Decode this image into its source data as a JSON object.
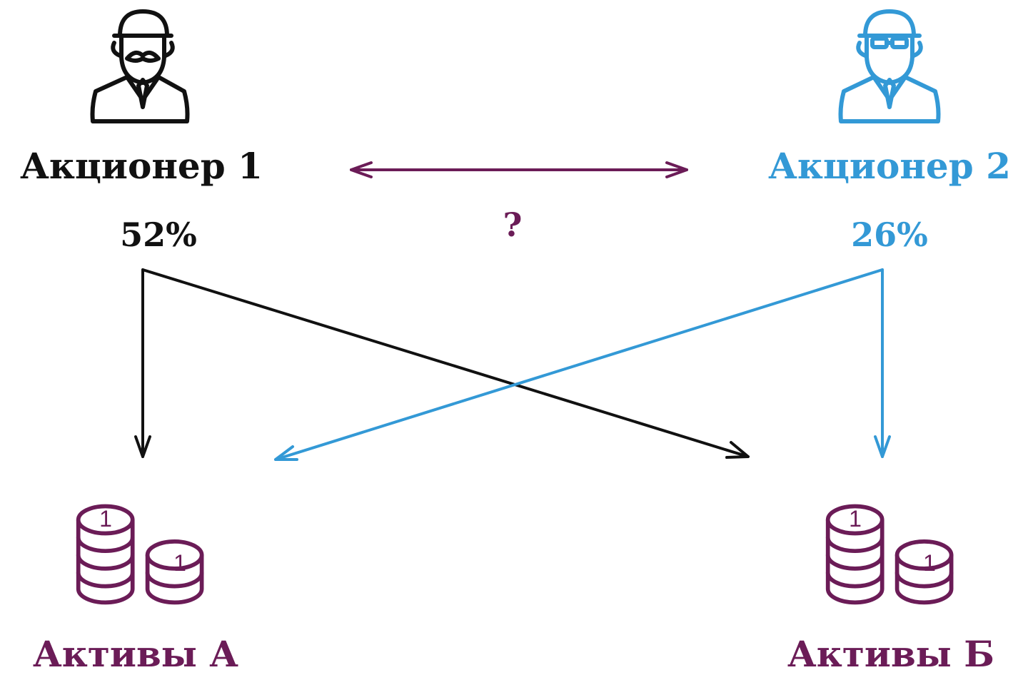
{
  "colors": {
    "shareholder1": "#111111",
    "shareholder2": "#3399d6",
    "assets": "#6b1c57",
    "relation": "#6b1c57"
  },
  "shareholder1": {
    "icon": "businessman-mustache-icon",
    "name": "Акционер 1",
    "share": "52%"
  },
  "shareholder2": {
    "icon": "businessman-glasses-icon",
    "name": "Акционер 2",
    "share": "26%"
  },
  "relation": {
    "label": "?"
  },
  "assets_a": {
    "icon": "coin-stacks-icon",
    "name": "Активы А",
    "coin_label": "1"
  },
  "assets_b": {
    "icon": "coin-stacks-icon",
    "name": "Активы Б",
    "coin_label": "1"
  }
}
